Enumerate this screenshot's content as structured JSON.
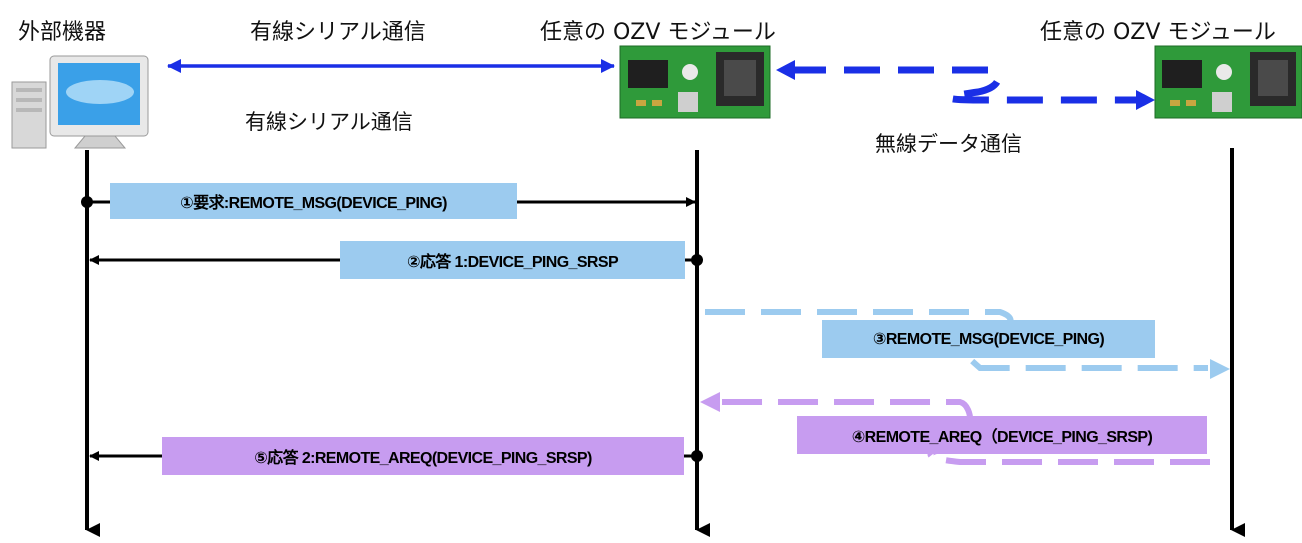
{
  "participants": {
    "external": "外部機器",
    "module_a": "任意の OZV モジュール",
    "module_b": "任意の OZV モジュール"
  },
  "links": {
    "wired_top": "有線シリアル通信",
    "wired_mid": "有線シリアル通信",
    "wireless": "無線データ通信"
  },
  "messages": {
    "m1": "①要求:REMOTE_MSG(DEVICE_PING)",
    "m2": "②応答 1:DEVICE_PING_SRSP",
    "m3": "③REMOTE_MSG(DEVICE_PING)",
    "m4": "④REMOTE_AREQ（DEVICE_PING_SRSP)",
    "m5": "⑤応答 2:REMOTE_AREQ(DEVICE_PING_SRSP)"
  },
  "colors": {
    "wired": "#1a2fe6",
    "wireless": "#1a2fe6",
    "msg_blue": "#9ccbef",
    "msg_purple": "#c79cf0",
    "lifeline": "#000000"
  },
  "icons": {
    "external": "desktop-computer-icon",
    "module": "circuit-board-icon"
  }
}
